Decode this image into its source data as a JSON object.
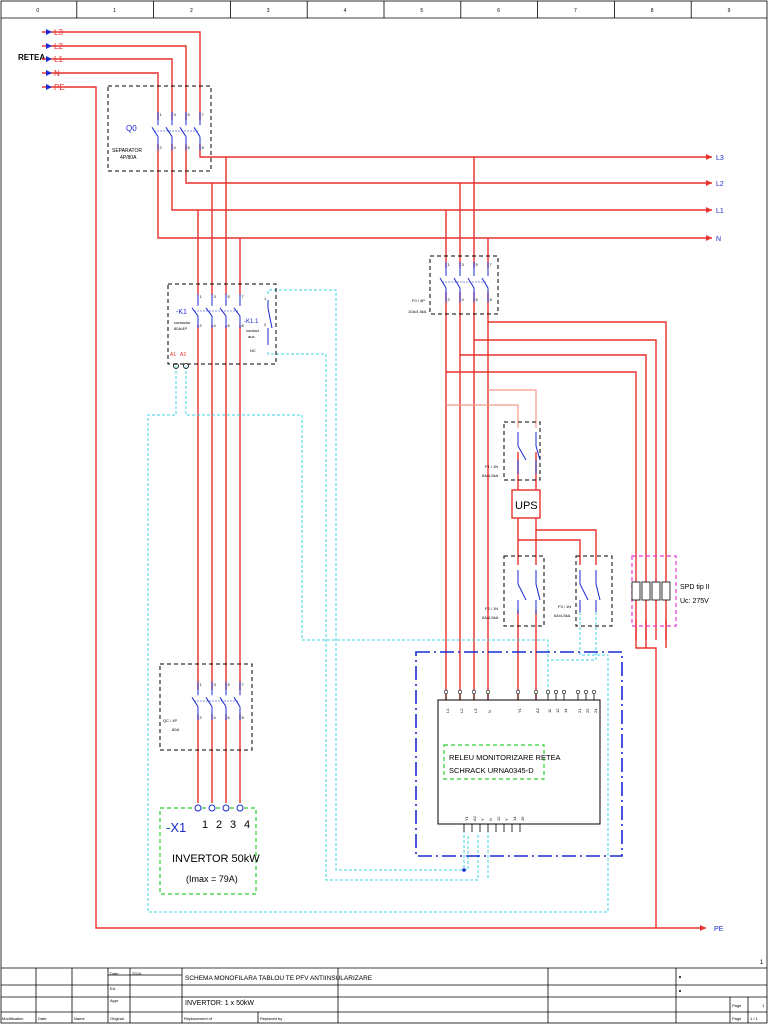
{
  "grid": {
    "columns": [
      "0",
      "1",
      "2",
      "3",
      "4",
      "5",
      "6",
      "7",
      "8",
      "9"
    ]
  },
  "network": {
    "label": "RETEA",
    "inputs": [
      "L3",
      "L2",
      "L1",
      "N",
      "PE"
    ]
  },
  "outputs": {
    "buses": [
      "L3",
      "L2",
      "L1",
      "N"
    ],
    "pe": "PE"
  },
  "q0": {
    "tag": "Q0",
    "desc1": "SEPARATOR",
    "desc2": "4P/80A",
    "terminals_top": [
      "1",
      "3",
      "5",
      "7"
    ],
    "terminals_bottom": [
      "2",
      "4",
      "6",
      "8"
    ]
  },
  "k1": {
    "tag": "-K1",
    "desc1": "contactor",
    "desc2": "80A/4P",
    "coil": [
      "A1",
      "A2"
    ],
    "terminals_top": [
      "1",
      "3",
      "5",
      "7"
    ],
    "terminals_bottom": [
      "2",
      "4",
      "6",
      "8"
    ]
  },
  "k11": {
    "tag": "-K1.1",
    "desc1": "contact",
    "desc2": "aux.",
    "desc3": "NC",
    "terminals": [
      "1",
      "2"
    ]
  },
  "f0": {
    "tag": "F0 / 4P",
    "desc": "10A/4,5kA",
    "terminals_top": [
      "1",
      "3",
      "5",
      "7"
    ],
    "terminals_bottom": [
      "2",
      "4",
      "6",
      "8"
    ]
  },
  "f1": {
    "tag": "F1 / 1N",
    "desc": "6A/4,5kA",
    "terminals": [
      "1",
      "3",
      "2",
      "4"
    ]
  },
  "f2": {
    "tag": "F2 / 1N",
    "desc": "6A/4,5kA",
    "terminals": [
      "1",
      "3",
      "2",
      "4"
    ]
  },
  "f3": {
    "tag": "F3 / 1N",
    "desc": "6A/4,5kA",
    "terminals": [
      "1",
      "3",
      "2",
      "4"
    ]
  },
  "ups": {
    "label": "UPS"
  },
  "spd": {
    "label1": "SPD tip II",
    "label2": "Uc: 275V"
  },
  "qc": {
    "tag": "QC / 4P",
    "desc": "80A",
    "terminals_top": [
      "1",
      "3",
      "5",
      "7"
    ],
    "terminals_bottom": [
      "2",
      "4",
      "6",
      "8"
    ]
  },
  "inverter": {
    "tag": "-X1",
    "terminals": [
      "1",
      "2",
      "3",
      "4"
    ],
    "name": "INVERTOR 50kW",
    "imax": "(Imax = 79A)"
  },
  "relay": {
    "label1": "RELEU MONITORIZARE RETEA",
    "label2": "SCHRACK URNA0345-D",
    "top_terminals": [
      "L1",
      "L2",
      "L3",
      "N",
      "Y1",
      "A2",
      "11",
      "12",
      "14",
      "21",
      "22",
      "24"
    ],
    "bottom_terminals": [
      "Y1",
      "A2",
      "Y",
      "N",
      "12",
      "Y",
      "14",
      "15"
    ]
  },
  "title_block": {
    "date_label": "Date",
    "date_value": "2024",
    "ed_label": "Ed.",
    "appr_label": "Appr",
    "title": "SCHEMA MONOFILARA TABLOU TE PFV ANTIINSULARIZARE",
    "subtitle": "INVERTOR: 1 x 50kW",
    "modification": "Modification",
    "date": "Date",
    "name": "Name",
    "original": "Original",
    "replacement_of": "Replacement of",
    "replaced_by": "Replaced by",
    "page_label": "Page",
    "page_value": "1",
    "page_total": "1 / 1",
    "sheet_number": "1"
  },
  "colors": {
    "phase": "#e8302c",
    "control": "#3fd4e0",
    "relay_box": "#1a2bd0",
    "label_box": "#2ecf2e",
    "spd_box": "#e23ad6"
  }
}
